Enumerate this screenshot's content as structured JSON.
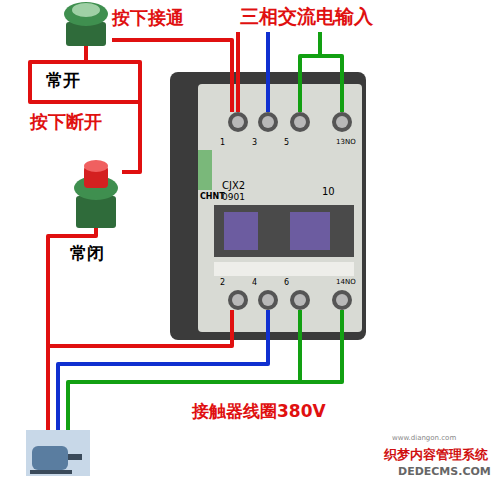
{
  "diagram": {
    "labels": [
      "按下接通",
      "三相交流电输入",
      "常开",
      "按下断开",
      "常闭",
      "接触器线圈380V",
      "CHNT",
      "CJX2",
      "0901",
      "10",
      "1",
      "3",
      "5",
      "13NO",
      "2",
      "4",
      "6",
      "14NO",
      "织梦内容管理系统",
      "DEDECMS.COM",
      "www.diangon.com"
    ]
  }
}
